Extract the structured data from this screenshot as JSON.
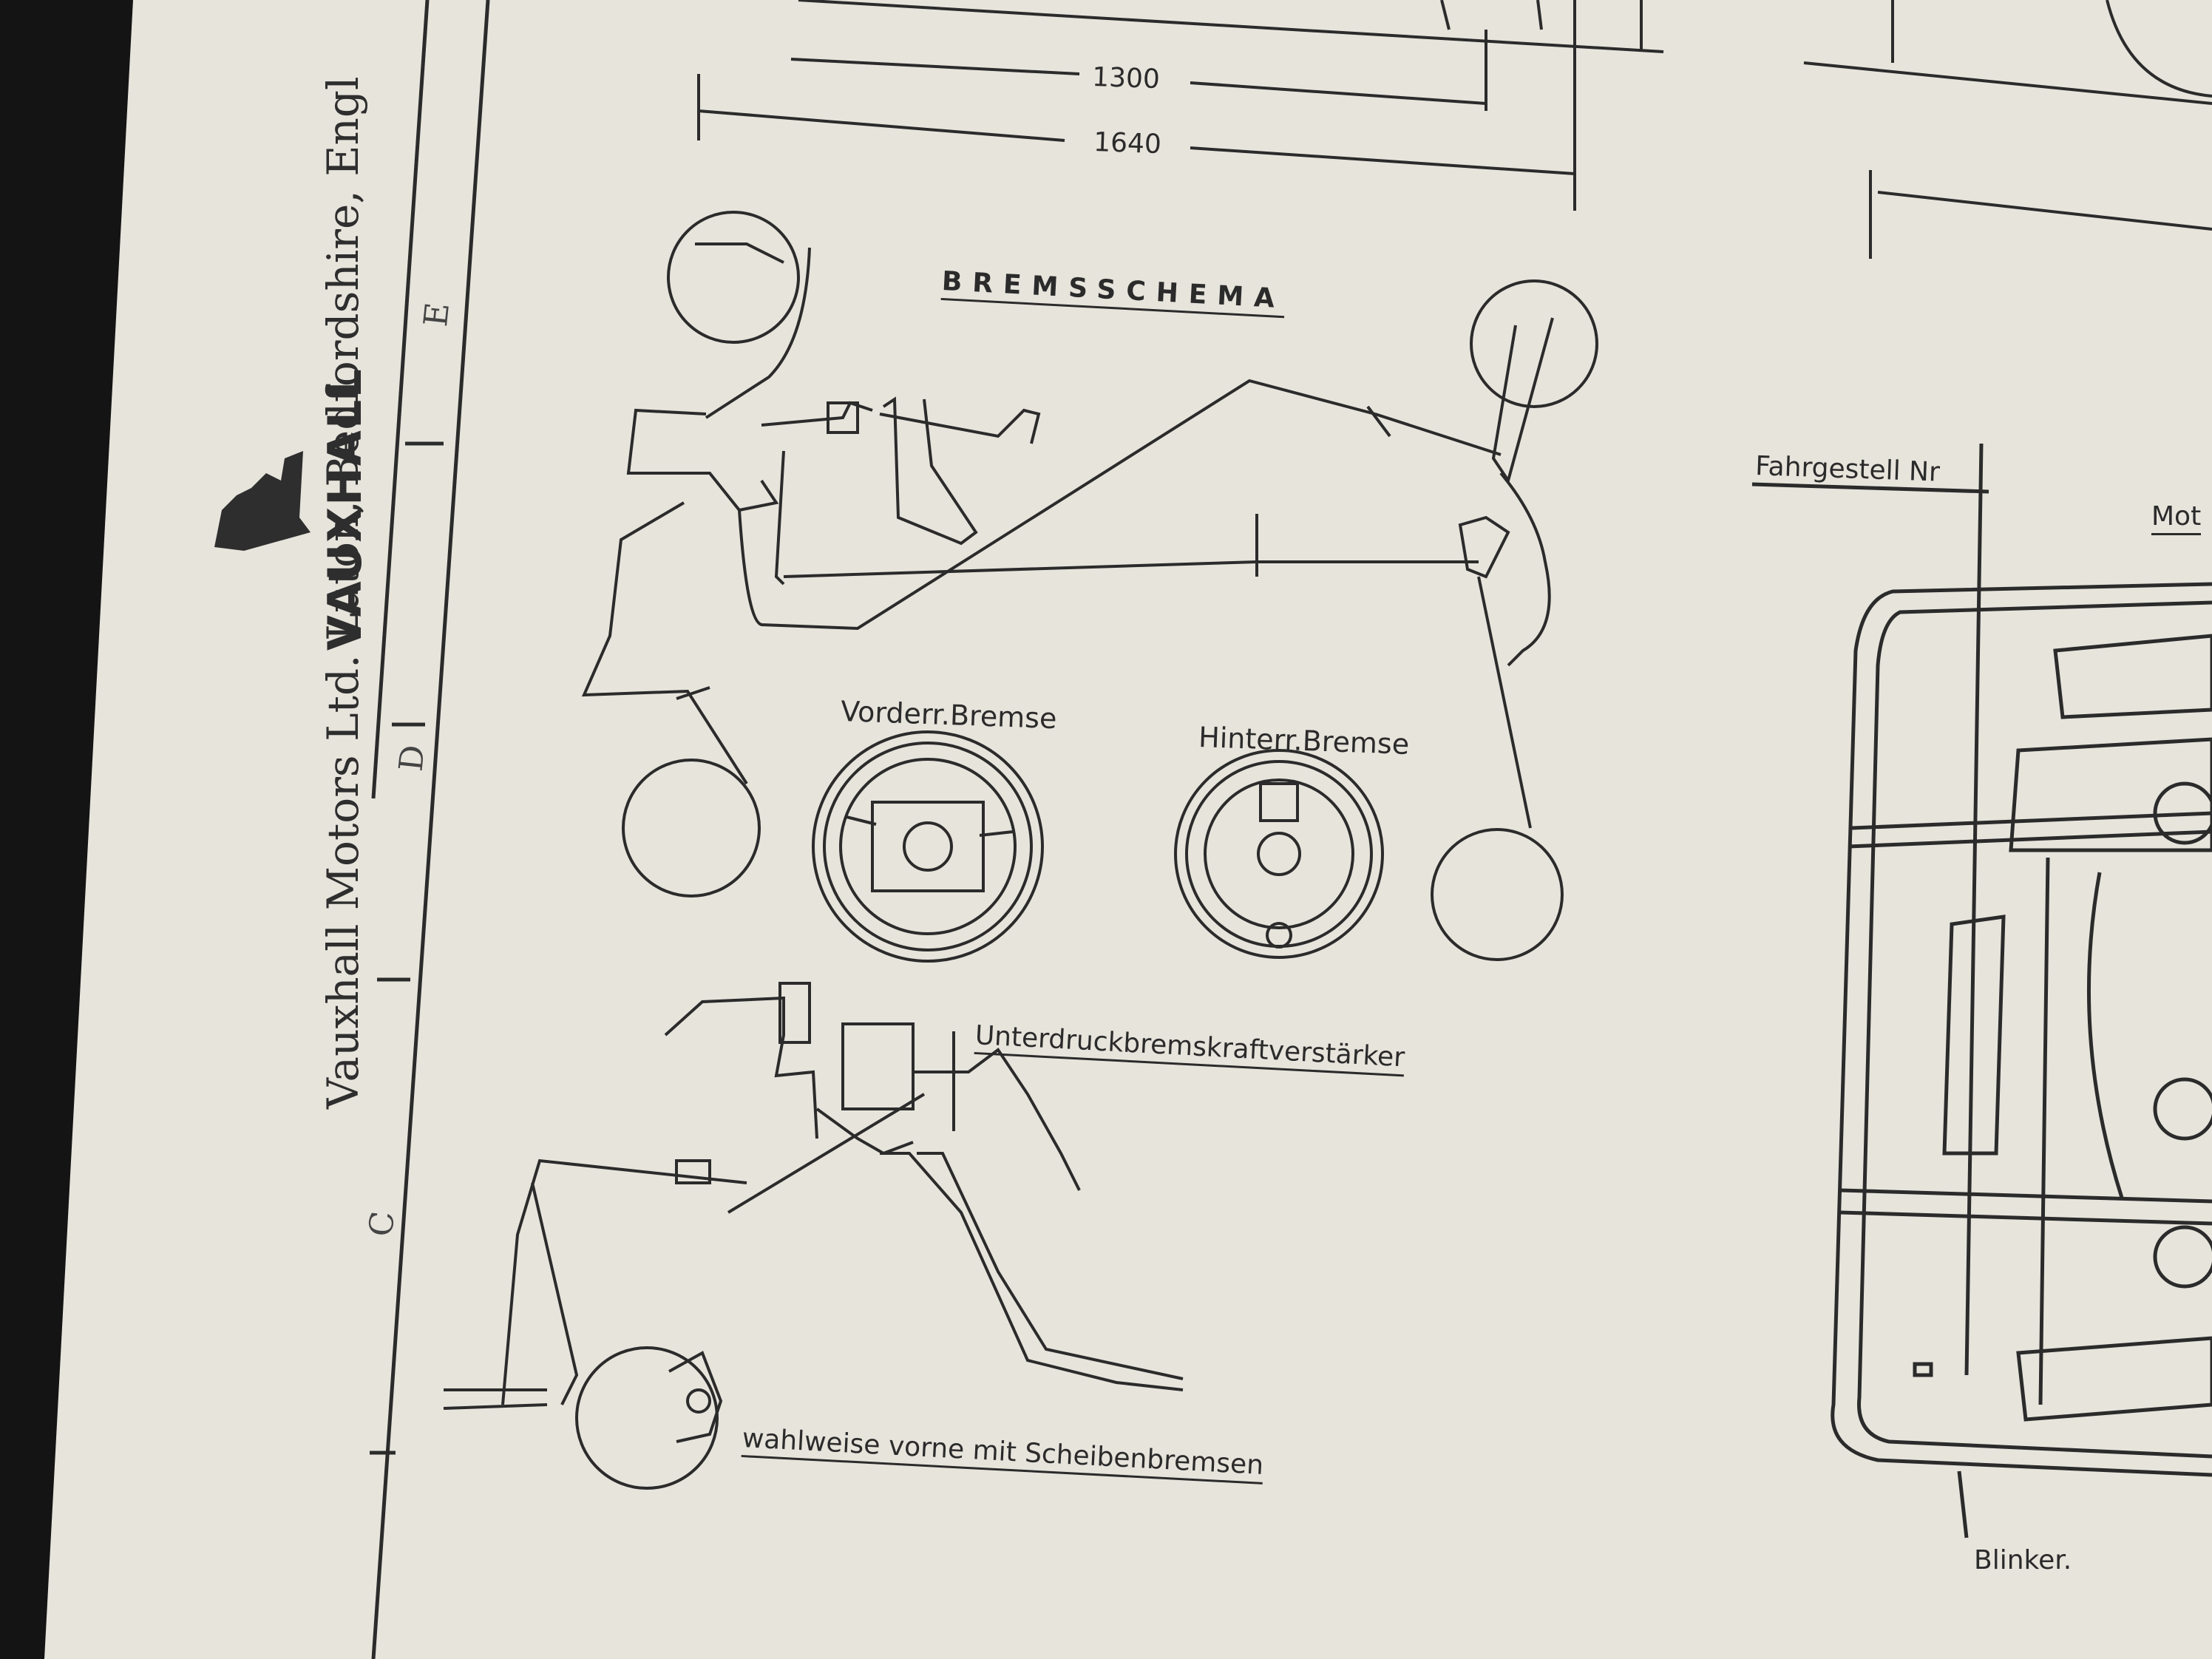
{
  "dims": {
    "d1300": "1300",
    "d1640": "1640"
  },
  "labels": {
    "bremsschema": "BREMSSCHEMA",
    "vorderr": "Vorderr.Bremse",
    "hinterr": "Hinterr.Bremse",
    "unterdruck": "Unterdruckbremskraftverstärker",
    "wahlweise": "wahlweise vorne mit Scheibenbremsen",
    "fahrgestell": "Fahrgestell Nr",
    "moto": "Mot",
    "blinker": "Blinker."
  },
  "titleblock": {
    "brand": "VAUXHALL",
    "address": "Vauxhall Motors Ltd. Luton, Bedfordshire, Engl"
  },
  "grid": {
    "e": "E",
    "d": "D",
    "c": "C"
  }
}
